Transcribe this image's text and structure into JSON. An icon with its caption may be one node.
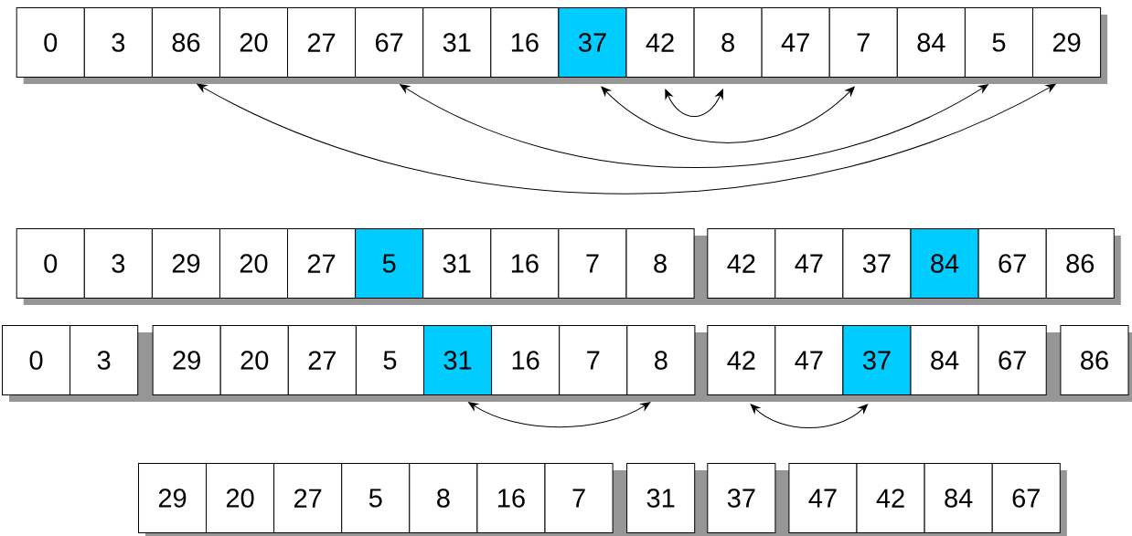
{
  "diagram": {
    "nodes": [
      {
        "text": [
          "0"
        ]
      },
      {
        "text": [
          "3"
        ]
      },
      {
        "text": [
          "86"
        ]
      },
      {
        "text": [
          "20"
        ]
      },
      {
        "text": [
          "27"
        ]
      },
      {
        "text": [
          "67"
        ]
      },
      {
        "text": [
          "31"
        ]
      },
      {
        "text": [
          "16"
        ]
      },
      {
        "text": [
          "37"
        ]
      },
      {
        "text": [
          "42"
        ]
      },
      {
        "text": [
          "8"
        ]
      },
      {
        "text": [
          "47"
        ]
      },
      {
        "text": [
          "7"
        ]
      },
      {
        "text": [
          "84"
        ]
      },
      {
        "text": [
          "5"
        ]
      },
      {
        "text": [
          "29"
        ]
      },
      {
        "text": [
          "0"
        ]
      },
      {
        "text": [
          "3"
        ]
      },
      {
        "text": [
          "29"
        ]
      },
      {
        "text": [
          "20"
        ]
      },
      {
        "text": [
          "27"
        ]
      },
      {
        "text": [
          "5"
        ]
      },
      {
        "text": [
          "31"
        ]
      },
      {
        "text": [
          "16"
        ]
      },
      {
        "text": [
          "7"
        ]
      },
      {
        "text": [
          "8"
        ]
      },
      {
        "text": [
          "42"
        ]
      },
      {
        "text": [
          "47"
        ]
      },
      {
        "text": [
          "37"
        ]
      },
      {
        "text": [
          "84"
        ]
      },
      {
        "text": [
          "67"
        ]
      },
      {
        "text": [
          "86"
        ]
      },
      {
        "text": [
          "0"
        ]
      },
      {
        "text": [
          "3"
        ]
      },
      {
        "text": [
          "29"
        ]
      },
      {
        "text": [
          "20"
        ]
      },
      {
        "text": [
          "27"
        ]
      },
      {
        "text": [
          "5"
        ]
      },
      {
        "text": [
          "31"
        ]
      },
      {
        "text": [
          "16"
        ]
      },
      {
        "text": [
          "7"
        ]
      },
      {
        "text": [
          "8"
        ]
      },
      {
        "text": [
          "42"
        ]
      },
      {
        "text": [
          "47"
        ]
      },
      {
        "text": [
          "37"
        ]
      },
      {
        "text": [
          "84"
        ]
      },
      {
        "text": [
          "67"
        ]
      },
      {
        "text": [
          "86"
        ]
      },
      {
        "text": [
          "29"
        ]
      },
      {
        "text": [
          "20"
        ]
      },
      {
        "text": [
          "27"
        ]
      },
      {
        "text": [
          "5"
        ]
      },
      {
        "text": [
          "8"
        ]
      },
      {
        "text": [
          "16"
        ]
      },
      {
        "text": [
          "7"
        ]
      },
      {
        "text": [
          "31"
        ]
      },
      {
        "text": [
          "37"
        ]
      },
      {
        "text": [
          "47"
        ]
      },
      {
        "text": [
          "42"
        ]
      },
      {
        "text": [
          "84"
        ]
      },
      {
        "text": [
          "67"
        ]
      }
    ],
    "edges": [
      {
        "from": 2,
        "to": 15,
        "arrow": "both"
      },
      {
        "from": 5,
        "to": 14,
        "arrow": "both"
      },
      {
        "from": 8,
        "to": 12,
        "arrow": "both"
      },
      {
        "from": 9,
        "to": 10,
        "arrow": "both"
      },
      {
        "from": 38,
        "to": 41,
        "arrow": "both"
      },
      {
        "from": 42,
        "to": 44,
        "arrow": "both"
      }
    ]
  }
}
